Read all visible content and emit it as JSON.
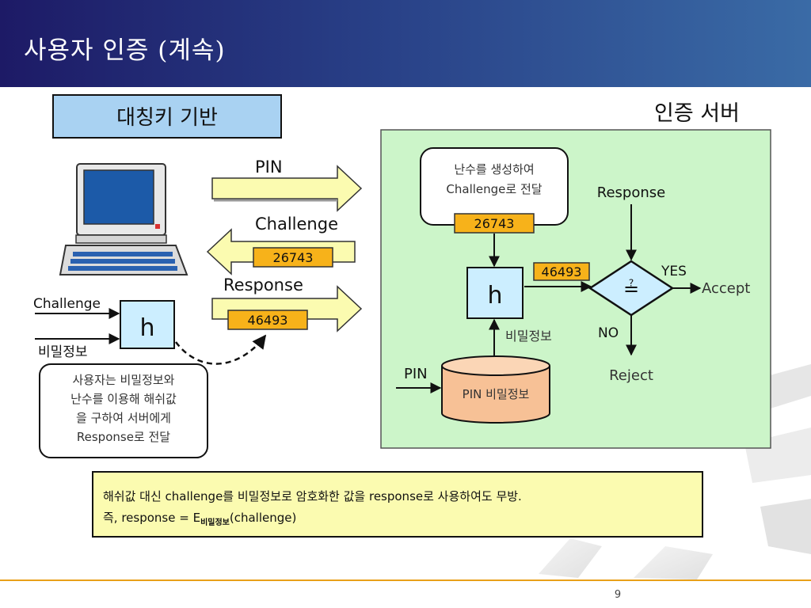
{
  "slide": {
    "title": "사용자 인증 (계속)",
    "page_number": "9"
  },
  "diagram": {
    "method_label": "대칭키 기반",
    "server_label": "인증 서버",
    "flows": {
      "pin": "PIN",
      "challenge": "Challenge",
      "response": "Response",
      "challenge_value": "26743",
      "response_value": "46493"
    },
    "client": {
      "challenge_input": "Challenge",
      "secret_input": "비밀정보",
      "hash_label": "h",
      "note_lines": [
        "사용자는 비밀정보와",
        "난수를 이용해 해쉬값",
        "을 구하여 서버에게",
        "Response로 전달"
      ]
    },
    "server": {
      "random_lines": [
        "난수를 생성하여",
        "Challenge로 전달"
      ],
      "random_value": "26743",
      "hash_label": "h",
      "hash_value": "46493",
      "secret_label": "비밀정보",
      "pin_input": "PIN",
      "db_label": "PIN  비밀정보",
      "response_label": "Response",
      "compare_symbol": "≟",
      "yes": "YES",
      "no": "NO",
      "accept": "Accept",
      "reject": "Reject"
    },
    "note": {
      "line1": "해쉬값 대신 challenge를 비밀정보로 암호화한 값을 response로 사용하여도 무방.",
      "line2_prefix": "즉, response = E",
      "line2_sub": "비밀정보",
      "line2_suffix": "(challenge)"
    }
  },
  "colors": {
    "header_dark": "#1d1a66",
    "header_light": "#3a6ba6",
    "server_bg": "#ccf5c9",
    "method_box": "#a9d2f2",
    "hash_box": "#cceeff",
    "value_box": "#f7b21a",
    "arrow_fill": "#fbfbb0",
    "note_bg": "#fbfbb0",
    "db_fill": "#f7c196",
    "diamond_fill": "#cceeff",
    "footer_line": "#e8a019"
  }
}
